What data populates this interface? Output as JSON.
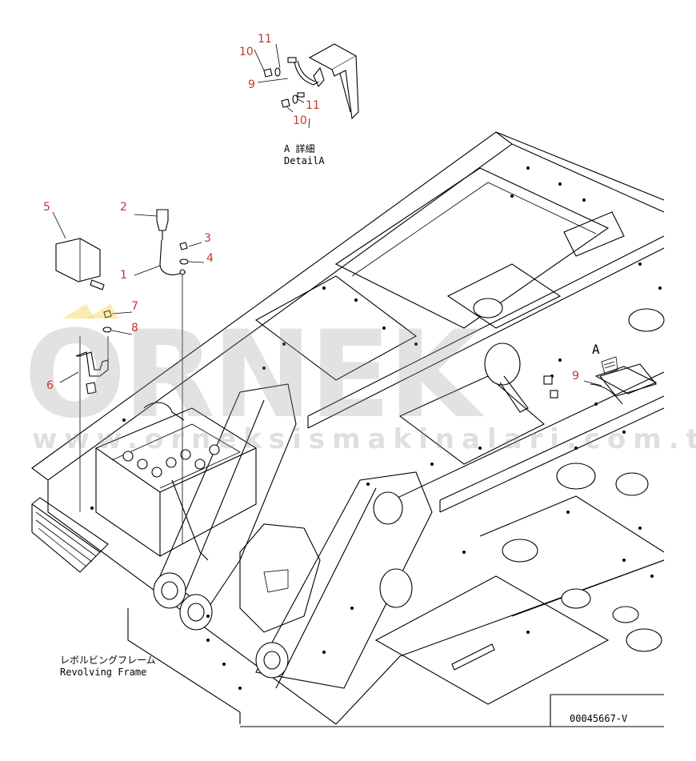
{
  "detail": {
    "title_jp": "A 詳細",
    "title_en": "DetailA",
    "callout_letter": "A"
  },
  "frame_label": {
    "jp": "レボルビングフレーム",
    "en": "Revolving Frame"
  },
  "drawing_number": "00045667-V",
  "watermark": {
    "brand": "ORNEK",
    "url": "www.orneksismakinalari.com.tr"
  },
  "callouts": {
    "c1": "1",
    "c2": "2",
    "c3": "3",
    "c4": "4",
    "c5": "5",
    "c6": "6",
    "c7": "7",
    "c8": "8",
    "c9_main": "9",
    "c9_detail": "9",
    "c10_top": "10",
    "c10_bottom": "10",
    "c11_top": "11",
    "c11_bottom": "11"
  },
  "colors": {
    "callout": "#c0392b",
    "watermark_accent": "#f5c518",
    "line": "#000000"
  }
}
